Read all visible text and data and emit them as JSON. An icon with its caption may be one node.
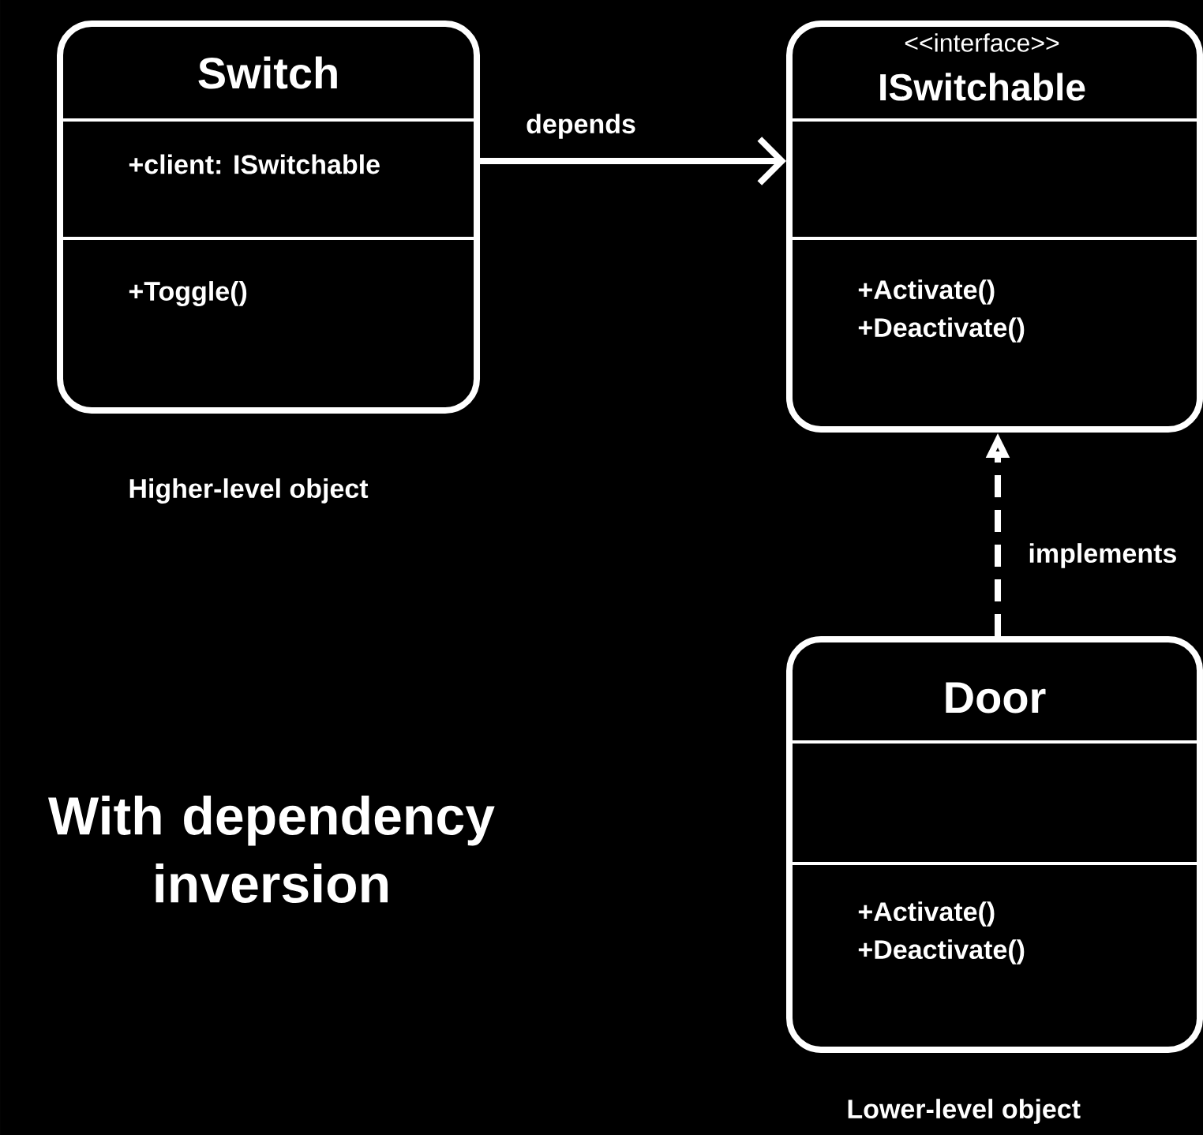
{
  "diagram": {
    "nodes": [
      {
        "text": [
          "Switch",
          "+client: ISwitchable",
          "+Toggle()"
        ],
        "beside": [
          "Higher-level object"
        ]
      },
      {
        "text": [
          "<<interface>>",
          "ISwitchable",
          "+Activate()",
          "+Deactivate()"
        ]
      },
      {
        "text": [
          "Door",
          "+Activate()",
          "+Deactivate()"
        ],
        "beside": [
          "Lower-level object"
        ]
      }
    ],
    "edges": [
      {
        "from": 0,
        "to": 1,
        "arrow": "to",
        "label": "depends"
      },
      {
        "from": 2,
        "to": 1,
        "arrow": "to",
        "label": "implements",
        "style": "dashed"
      }
    ],
    "labels": [
      "With dependency inversion"
    ]
  }
}
